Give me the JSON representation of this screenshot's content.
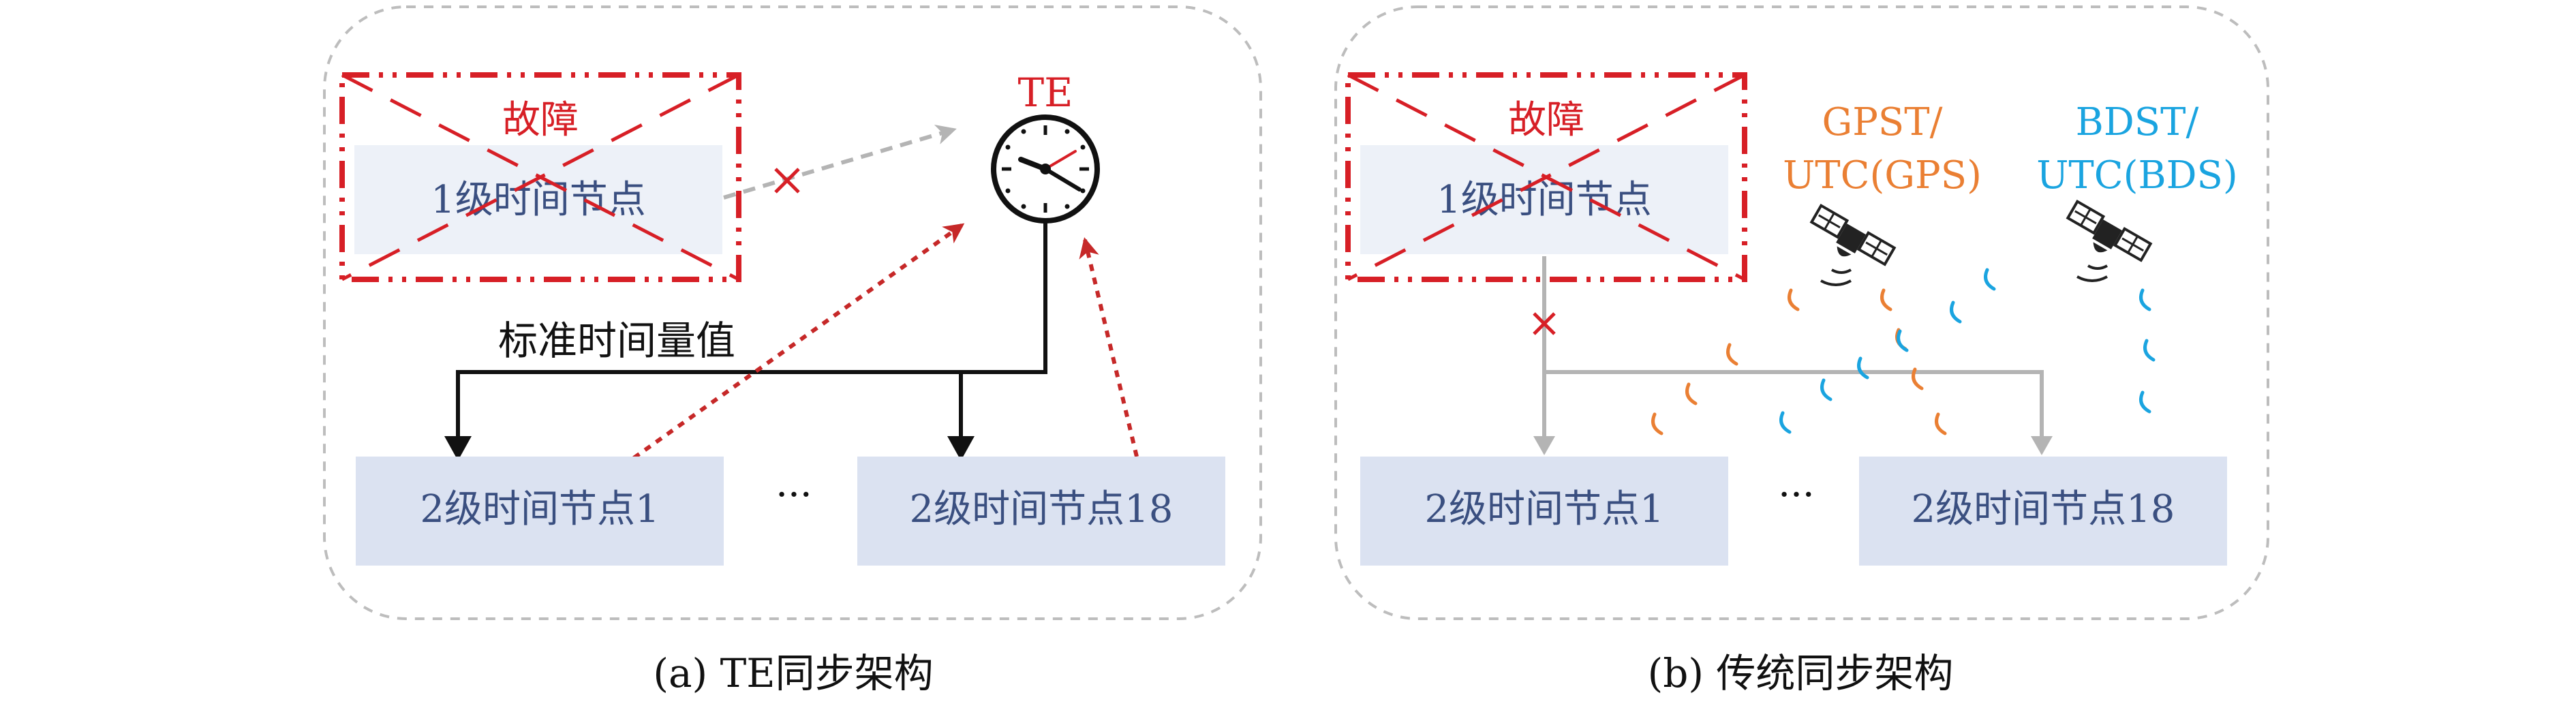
{
  "panel_a": {
    "fault_label": "故障",
    "node_level1": "1级时间节点",
    "te_label": "TE",
    "std_time_label": "标准时间量值",
    "node_level2_first": "2级时间节点1",
    "node_level2_last": "2级时间节点18",
    "ellipsis": "···",
    "caption": "(a) TE同步架构"
  },
  "panel_b": {
    "fault_label": "故障",
    "node_level1": "1级时间节点",
    "gps_line1": "GPST/",
    "gps_line2": "UTC(GPS)",
    "bds_line1": "BDST/",
    "bds_line2": "UTC(BDS)",
    "node_level2_first": "2级时间节点1",
    "node_level2_last": "2级时间节点18",
    "ellipsis": "···",
    "caption": "(b) 传统同步架构"
  },
  "colors": {
    "node_fill_light": "#edf1f8",
    "node_fill": "#dbe2f1",
    "fault_red": "#d71f26",
    "gps_orange": "#ea7f33",
    "bds_blue": "#1aa4e0",
    "gray_line": "#b4b4b4",
    "frame_gray": "#bdbdbd"
  },
  "icons": {
    "clock": "clock-icon",
    "satellite": "satellite-icon",
    "cross": "cross-icon"
  }
}
